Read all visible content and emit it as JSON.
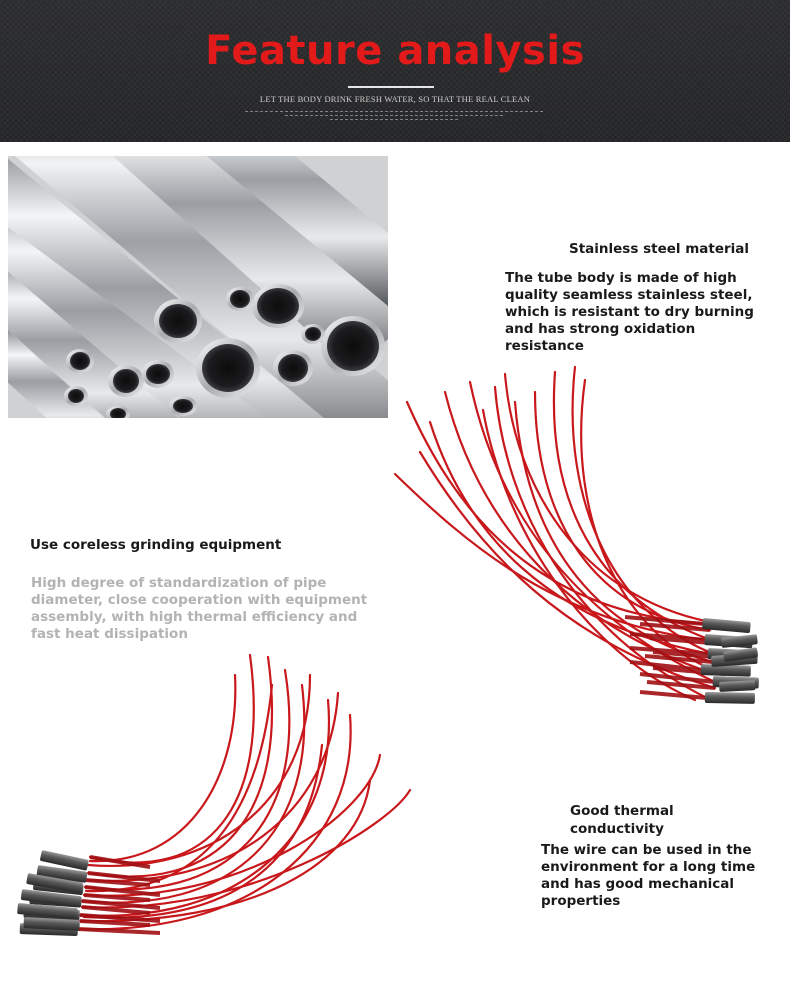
{
  "banner": {
    "title": "Feature analysis",
    "subtitle": "LET THE BODY DRINK FRESH WATER, SO THAT THE REAL CLEAN"
  },
  "features": [
    {
      "heading": "Stainless steel material",
      "body": "The tube body is made of high quality seamless stainless steel, which is resistant to dry burning and has strong oxidation resistance"
    },
    {
      "heading": "Use coreless grinding equipment",
      "body": "High degree of standardization of pipe diameter, close cooperation with equipment assembly, with high thermal efficiency and fast heat dissipation"
    },
    {
      "heading": "Good thermal conductivity",
      "body": "The wire can be used in the environment for a long time and has good mechanical properties"
    }
  ],
  "colors": {
    "accent": "#e31a1a",
    "banner_bg": "#262729",
    "wire_red": "#c8181c",
    "grey_text": "#b3b3b3"
  }
}
